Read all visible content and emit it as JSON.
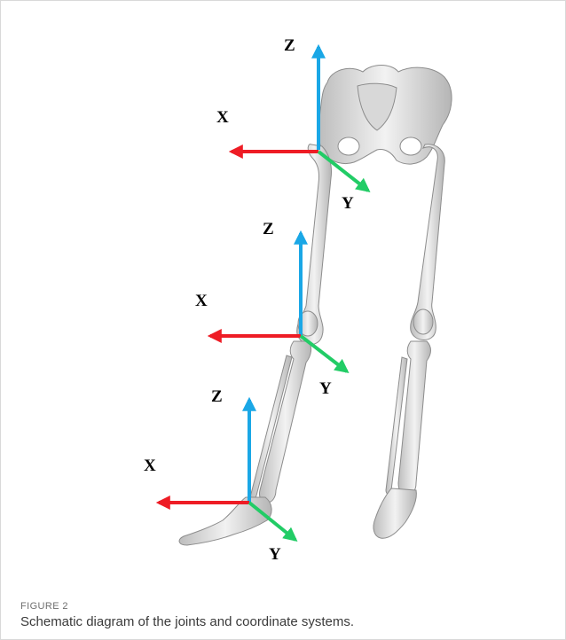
{
  "figure": {
    "caption_title": "FIGURE 2",
    "caption_text": "Schematic diagram of the joints and coordinate systems.",
    "colors": {
      "x_axis": "#ee1c25",
      "y_axis": "#22cc66",
      "z_axis": "#1aa7e6",
      "bone": "#e4e4e4",
      "bone_outline": "#8c8c8c"
    },
    "joints": [
      {
        "name": "hip",
        "x_label": "X",
        "y_label": "Y",
        "z_label": "Z"
      },
      {
        "name": "knee",
        "x_label": "X",
        "y_label": "Y",
        "z_label": "Z"
      },
      {
        "name": "ankle",
        "x_label": "X",
        "y_label": "Y",
        "z_label": "Z"
      }
    ]
  }
}
